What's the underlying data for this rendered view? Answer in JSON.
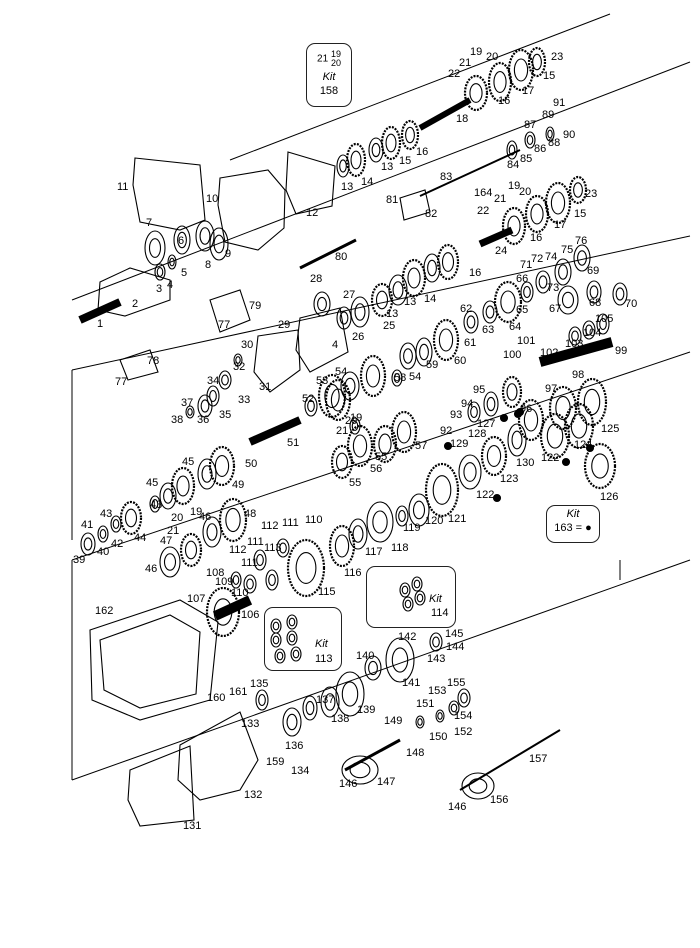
{
  "kit_boxes": {
    "kit_158": {
      "parts_line1": "21",
      "parts_a": "19",
      "parts_b": "20",
      "label": "Kit",
      "number": "158"
    },
    "kit_163": {
      "label": "Kit",
      "number": "163 = ●"
    },
    "kit_114": {
      "label": "Kit",
      "number": "114"
    },
    "kit_113": {
      "label": "Kit",
      "number": "113"
    }
  },
  "callouts": [
    {
      "id": "c19a",
      "text": "19"
    },
    {
      "id": "c21a",
      "text": "21"
    },
    {
      "id": "c20a",
      "text": "20"
    },
    {
      "id": "c22a",
      "text": "22"
    },
    {
      "id": "c23a",
      "text": "23"
    },
    {
      "id": "c15a",
      "text": "15"
    },
    {
      "id": "c17a",
      "text": "17"
    },
    {
      "id": "c16a",
      "text": "16"
    },
    {
      "id": "c18",
      "text": "18"
    },
    {
      "id": "c91",
      "text": "91"
    },
    {
      "id": "c89",
      "text": "89"
    },
    {
      "id": "c90",
      "text": "90"
    },
    {
      "id": "c87",
      "text": "87"
    },
    {
      "id": "c88",
      "text": "88"
    },
    {
      "id": "c86",
      "text": "86"
    },
    {
      "id": "c85",
      "text": "85"
    },
    {
      "id": "c84",
      "text": "84"
    },
    {
      "id": "c83",
      "text": "83"
    },
    {
      "id": "c164",
      "text": "164"
    },
    {
      "id": "c19b",
      "text": "19"
    },
    {
      "id": "c21b",
      "text": "21"
    },
    {
      "id": "c20b",
      "text": "20"
    },
    {
      "id": "c22b",
      "text": "22"
    },
    {
      "id": "c23b",
      "text": "23"
    },
    {
      "id": "c15b",
      "text": "15"
    },
    {
      "id": "c17b",
      "text": "17"
    },
    {
      "id": "c16b",
      "text": "16"
    },
    {
      "id": "c24",
      "text": "24"
    },
    {
      "id": "c81",
      "text": "81"
    },
    {
      "id": "c82",
      "text": "82"
    },
    {
      "id": "c13a",
      "text": "13"
    },
    {
      "id": "c14a",
      "text": "14"
    },
    {
      "id": "c13b",
      "text": "13"
    },
    {
      "id": "c15c",
      "text": "15"
    },
    {
      "id": "c16c",
      "text": "16"
    },
    {
      "id": "c11",
      "text": "11"
    },
    {
      "id": "c10",
      "text": "10"
    },
    {
      "id": "c12",
      "text": "12"
    },
    {
      "id": "c7",
      "text": "7"
    },
    {
      "id": "c6",
      "text": "6"
    },
    {
      "id": "c8",
      "text": "8"
    },
    {
      "id": "c9",
      "text": "9"
    },
    {
      "id": "c80",
      "text": "80"
    },
    {
      "id": "c5",
      "text": "5"
    },
    {
      "id": "c4a",
      "text": "4"
    },
    {
      "id": "c3",
      "text": "3"
    },
    {
      "id": "c2",
      "text": "2"
    },
    {
      "id": "c1",
      "text": "1"
    },
    {
      "id": "c76",
      "text": "76"
    },
    {
      "id": "c75",
      "text": "75"
    },
    {
      "id": "c74",
      "text": "74"
    },
    {
      "id": "c72",
      "text": "72"
    },
    {
      "id": "c71",
      "text": "71"
    },
    {
      "id": "c69",
      "text": "69"
    },
    {
      "id": "c66",
      "text": "66"
    },
    {
      "id": "c73",
      "text": "73"
    },
    {
      "id": "c65",
      "text": "65"
    },
    {
      "id": "c68",
      "text": "68"
    },
    {
      "id": "c70",
      "text": "70"
    },
    {
      "id": "c67",
      "text": "67"
    },
    {
      "id": "c13c",
      "text": "13"
    },
    {
      "id": "c14b",
      "text": "14"
    },
    {
      "id": "c16d",
      "text": "16"
    },
    {
      "id": "c13d",
      "text": "13"
    },
    {
      "id": "c28",
      "text": "28"
    },
    {
      "id": "c27",
      "text": "27"
    },
    {
      "id": "c26",
      "text": "26"
    },
    {
      "id": "c25",
      "text": "25"
    },
    {
      "id": "c62",
      "text": "62"
    },
    {
      "id": "c63",
      "text": "63"
    },
    {
      "id": "c64",
      "text": "64"
    },
    {
      "id": "c79",
      "text": "79"
    },
    {
      "id": "c77a",
      "text": "77"
    },
    {
      "id": "c29",
      "text": "29"
    },
    {
      "id": "c4b",
      "text": "4"
    },
    {
      "id": "c61",
      "text": "61"
    },
    {
      "id": "c60",
      "text": "60"
    },
    {
      "id": "c105",
      "text": "105"
    },
    {
      "id": "c104",
      "text": "104"
    },
    {
      "id": "c103",
      "text": "103"
    },
    {
      "id": "c99",
      "text": "99"
    },
    {
      "id": "c101",
      "text": "101"
    },
    {
      "id": "c100",
      "text": "100"
    },
    {
      "id": "c102",
      "text": "102"
    },
    {
      "id": "c98",
      "text": "98"
    },
    {
      "id": "c30",
      "text": "30"
    },
    {
      "id": "c78",
      "text": "78"
    },
    {
      "id": "c77b",
      "text": "77"
    },
    {
      "id": "c32",
      "text": "32"
    },
    {
      "id": "c31",
      "text": "31"
    },
    {
      "id": "c34",
      "text": "34"
    },
    {
      "id": "c33",
      "text": "33"
    },
    {
      "id": "c54a",
      "text": "54"
    },
    {
      "id": "c53",
      "text": "53"
    },
    {
      "id": "c58",
      "text": "58"
    },
    {
      "id": "c54b",
      "text": "54"
    },
    {
      "id": "c59",
      "text": "59"
    },
    {
      "id": "c95",
      "text": "95"
    },
    {
      "id": "c97",
      "text": "97"
    },
    {
      "id": "c94",
      "text": "94"
    },
    {
      "id": "c93",
      "text": "93"
    },
    {
      "id": "c96",
      "text": "96"
    },
    {
      "id": "c92",
      "text": "92"
    },
    {
      "id": "c127",
      "text": "127"
    },
    {
      "id": "c128",
      "text": "128"
    },
    {
      "id": "c129",
      "text": "129"
    },
    {
      "id": "c37",
      "text": "37"
    },
    {
      "id": "c35",
      "text": "35"
    },
    {
      "id": "c38",
      "text": "38"
    },
    {
      "id": "c36",
      "text": "36"
    },
    {
      "id": "c52",
      "text": "52"
    },
    {
      "id": "c19c",
      "text": "19"
    },
    {
      "id": "c51",
      "text": "51"
    },
    {
      "id": "c21c",
      "text": "21"
    },
    {
      "id": "c20c",
      "text": "20"
    },
    {
      "id": "c57",
      "text": "57"
    },
    {
      "id": "c125",
      "text": "125"
    },
    {
      "id": "c124",
      "text": "124"
    },
    {
      "id": "c122a",
      "text": "122"
    },
    {
      "id": "c130",
      "text": "130"
    },
    {
      "id": "c55a",
      "text": "55"
    },
    {
      "id": "c56",
      "text": "56"
    },
    {
      "id": "c55b",
      "text": "55"
    },
    {
      "id": "c123",
      "text": "123"
    },
    {
      "id": "c45a",
      "text": "45"
    },
    {
      "id": "c50",
      "text": "50"
    },
    {
      "id": "c49",
      "text": "49"
    },
    {
      "id": "c45b",
      "text": "45"
    },
    {
      "id": "c43a",
      "text": "43"
    },
    {
      "id": "c126",
      "text": "126"
    },
    {
      "id": "c122b",
      "text": "122"
    },
    {
      "id": "c121",
      "text": "121"
    },
    {
      "id": "c120",
      "text": "120"
    },
    {
      "id": "c119",
      "text": "119"
    },
    {
      "id": "c48",
      "text": "48"
    },
    {
      "id": "c46a",
      "text": "46"
    },
    {
      "id": "c20d",
      "text": "20"
    },
    {
      "id": "c19d",
      "text": "19"
    },
    {
      "id": "c21d",
      "text": "21"
    },
    {
      "id": "c43b",
      "text": "43"
    },
    {
      "id": "c41",
      "text": "41"
    },
    {
      "id": "c44",
      "text": "44"
    },
    {
      "id": "c42",
      "text": "42"
    },
    {
      "id": "c40",
      "text": "40"
    },
    {
      "id": "c39",
      "text": "39"
    },
    {
      "id": "c47",
      "text": "47"
    },
    {
      "id": "c46b",
      "text": "46"
    },
    {
      "id": "c112a",
      "text": "112"
    },
    {
      "id": "c111a",
      "text": "111"
    },
    {
      "id": "c110",
      "text": "110"
    },
    {
      "id": "c112b",
      "text": "112"
    },
    {
      "id": "c111b",
      "text": "111"
    },
    {
      "id": "c113a",
      "text": "113"
    },
    {
      "id": "c108",
      "text": "108"
    },
    {
      "id": "c111c",
      "text": "111"
    },
    {
      "id": "c109",
      "text": "109"
    },
    {
      "id": "c117",
      "text": "117"
    },
    {
      "id": "c118",
      "text": "118"
    },
    {
      "id": "c116",
      "text": "116"
    },
    {
      "id": "c115",
      "text": "115"
    },
    {
      "id": "c107",
      "text": "107"
    },
    {
      "id": "c162",
      "text": "162"
    },
    {
      "id": "c110b",
      "text": "110"
    },
    {
      "id": "c106",
      "text": "106"
    },
    {
      "id": "c145",
      "text": "145"
    },
    {
      "id": "c142",
      "text": "142"
    },
    {
      "id": "c144",
      "text": "144"
    },
    {
      "id": "c143",
      "text": "143"
    },
    {
      "id": "c140",
      "text": "140"
    },
    {
      "id": "c141",
      "text": "141"
    },
    {
      "id": "c135",
      "text": "135"
    },
    {
      "id": "c161",
      "text": "161"
    },
    {
      "id": "c160",
      "text": "160"
    },
    {
      "id": "c137",
      "text": "137"
    },
    {
      "id": "c138",
      "text": "138"
    },
    {
      "id": "c139",
      "text": "139"
    },
    {
      "id": "c155",
      "text": "155"
    },
    {
      "id": "c153",
      "text": "153"
    },
    {
      "id": "c151",
      "text": "151"
    },
    {
      "id": "c154",
      "text": "154"
    },
    {
      "id": "c149",
      "text": "149"
    },
    {
      "id": "c150",
      "text": "150"
    },
    {
      "id": "c152",
      "text": "152"
    },
    {
      "id": "c133",
      "text": "133"
    },
    {
      "id": "c136",
      "text": "136"
    },
    {
      "id": "c148",
      "text": "148"
    },
    {
      "id": "c159",
      "text": "159"
    },
    {
      "id": "c134",
      "text": "134"
    },
    {
      "id": "c157",
      "text": "157"
    },
    {
      "id": "c146a",
      "text": "146"
    },
    {
      "id": "c147",
      "text": "147"
    },
    {
      "id": "c132",
      "text": "132"
    },
    {
      "id": "c131",
      "text": "131"
    },
    {
      "id": "c146b",
      "text": "146"
    },
    {
      "id": "c156",
      "text": "156"
    }
  ]
}
